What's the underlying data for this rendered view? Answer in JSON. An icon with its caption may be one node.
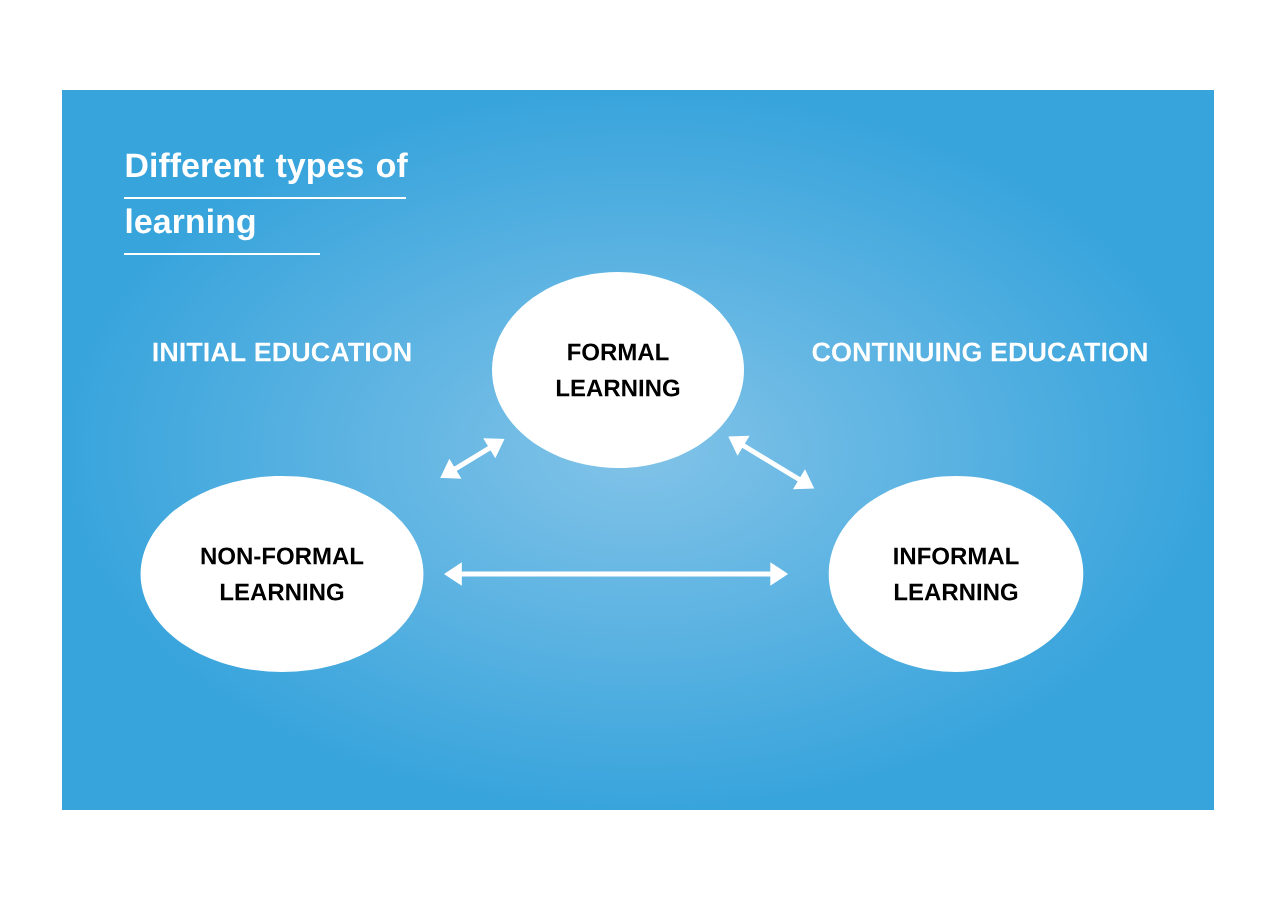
{
  "diagram": {
    "title": "Different types of learning",
    "nodes": [
      {
        "text": [
          "FORMAL LEARNING"
        ]
      },
      {
        "text": [
          "NON-FORMAL LEARNING"
        ]
      },
      {
        "text": [
          "INFORMAL LEARNING"
        ]
      }
    ],
    "edges": [
      {
        "from": 1,
        "to": 0,
        "arrow": "both"
      },
      {
        "from": 0,
        "to": 2,
        "arrow": "both"
      },
      {
        "from": 1,
        "to": 2,
        "arrow": "both"
      }
    ],
    "labels": [
      "INITIAL EDUCATION",
      "CONTINUING EDUCATION"
    ]
  }
}
